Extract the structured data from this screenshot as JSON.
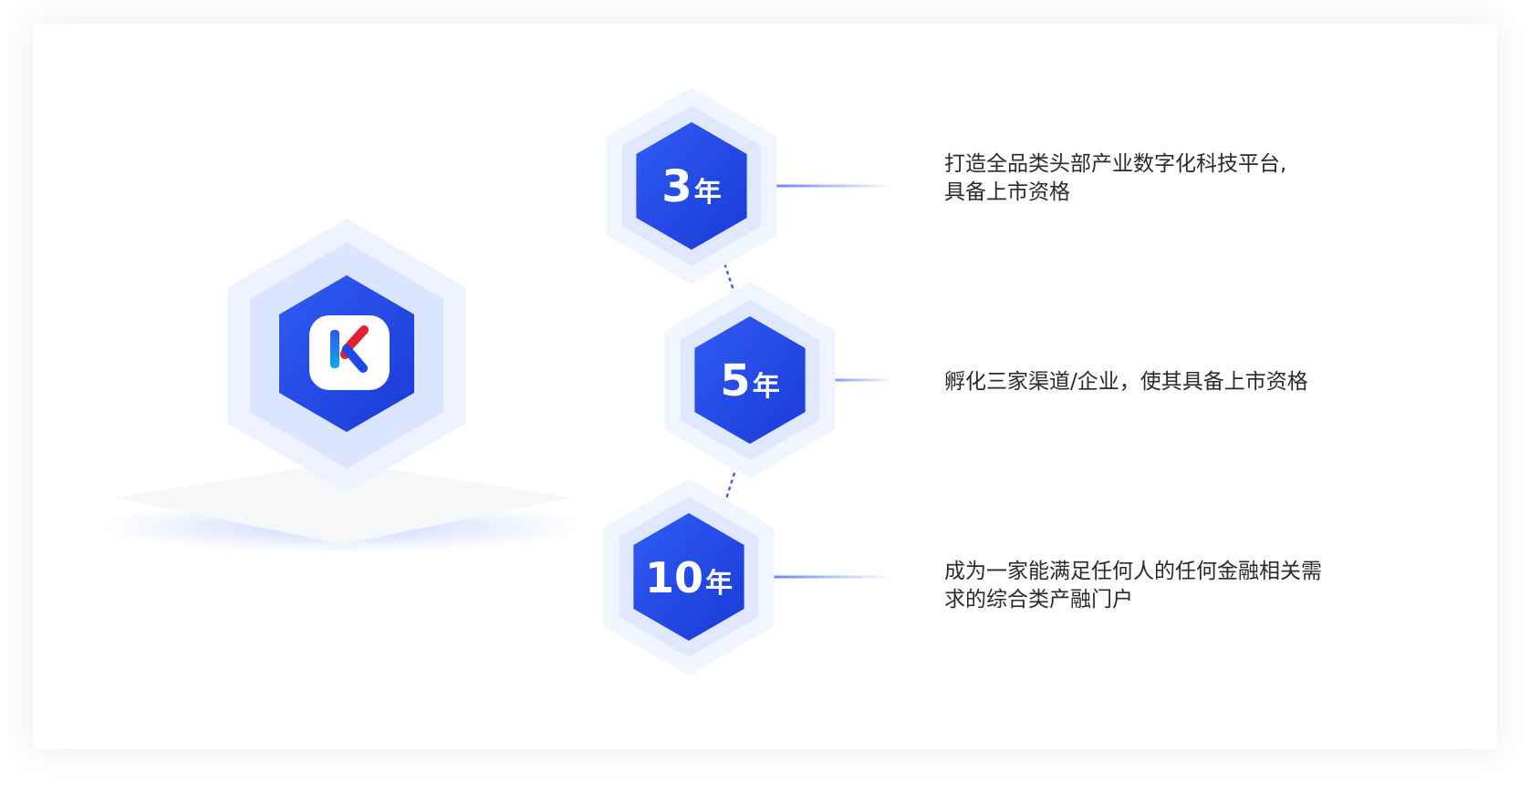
{
  "milestones": [
    {
      "number": "3",
      "unit": "年",
      "lines": [
        "打造全品类头部产业数字化科技平台,",
        "具备上市资格"
      ]
    },
    {
      "number": "5",
      "unit": "年",
      "lines": [
        "孵化三家渠道/企业，使其具备上市资格"
      ]
    },
    {
      "number": "10",
      "unit": "年",
      "lines": [
        "成为一家能满足任何人的任何金融相关需",
        "求的综合类产融门户"
      ]
    }
  ],
  "colors": {
    "hex_outer": "#f1f5ff",
    "hex_mid": "#e0e8ff",
    "hex_core": "#1f47e6",
    "connector": "#3a5ff0",
    "text": "#2a2a2a"
  },
  "logo": {
    "icon": "k-logo-icon"
  }
}
